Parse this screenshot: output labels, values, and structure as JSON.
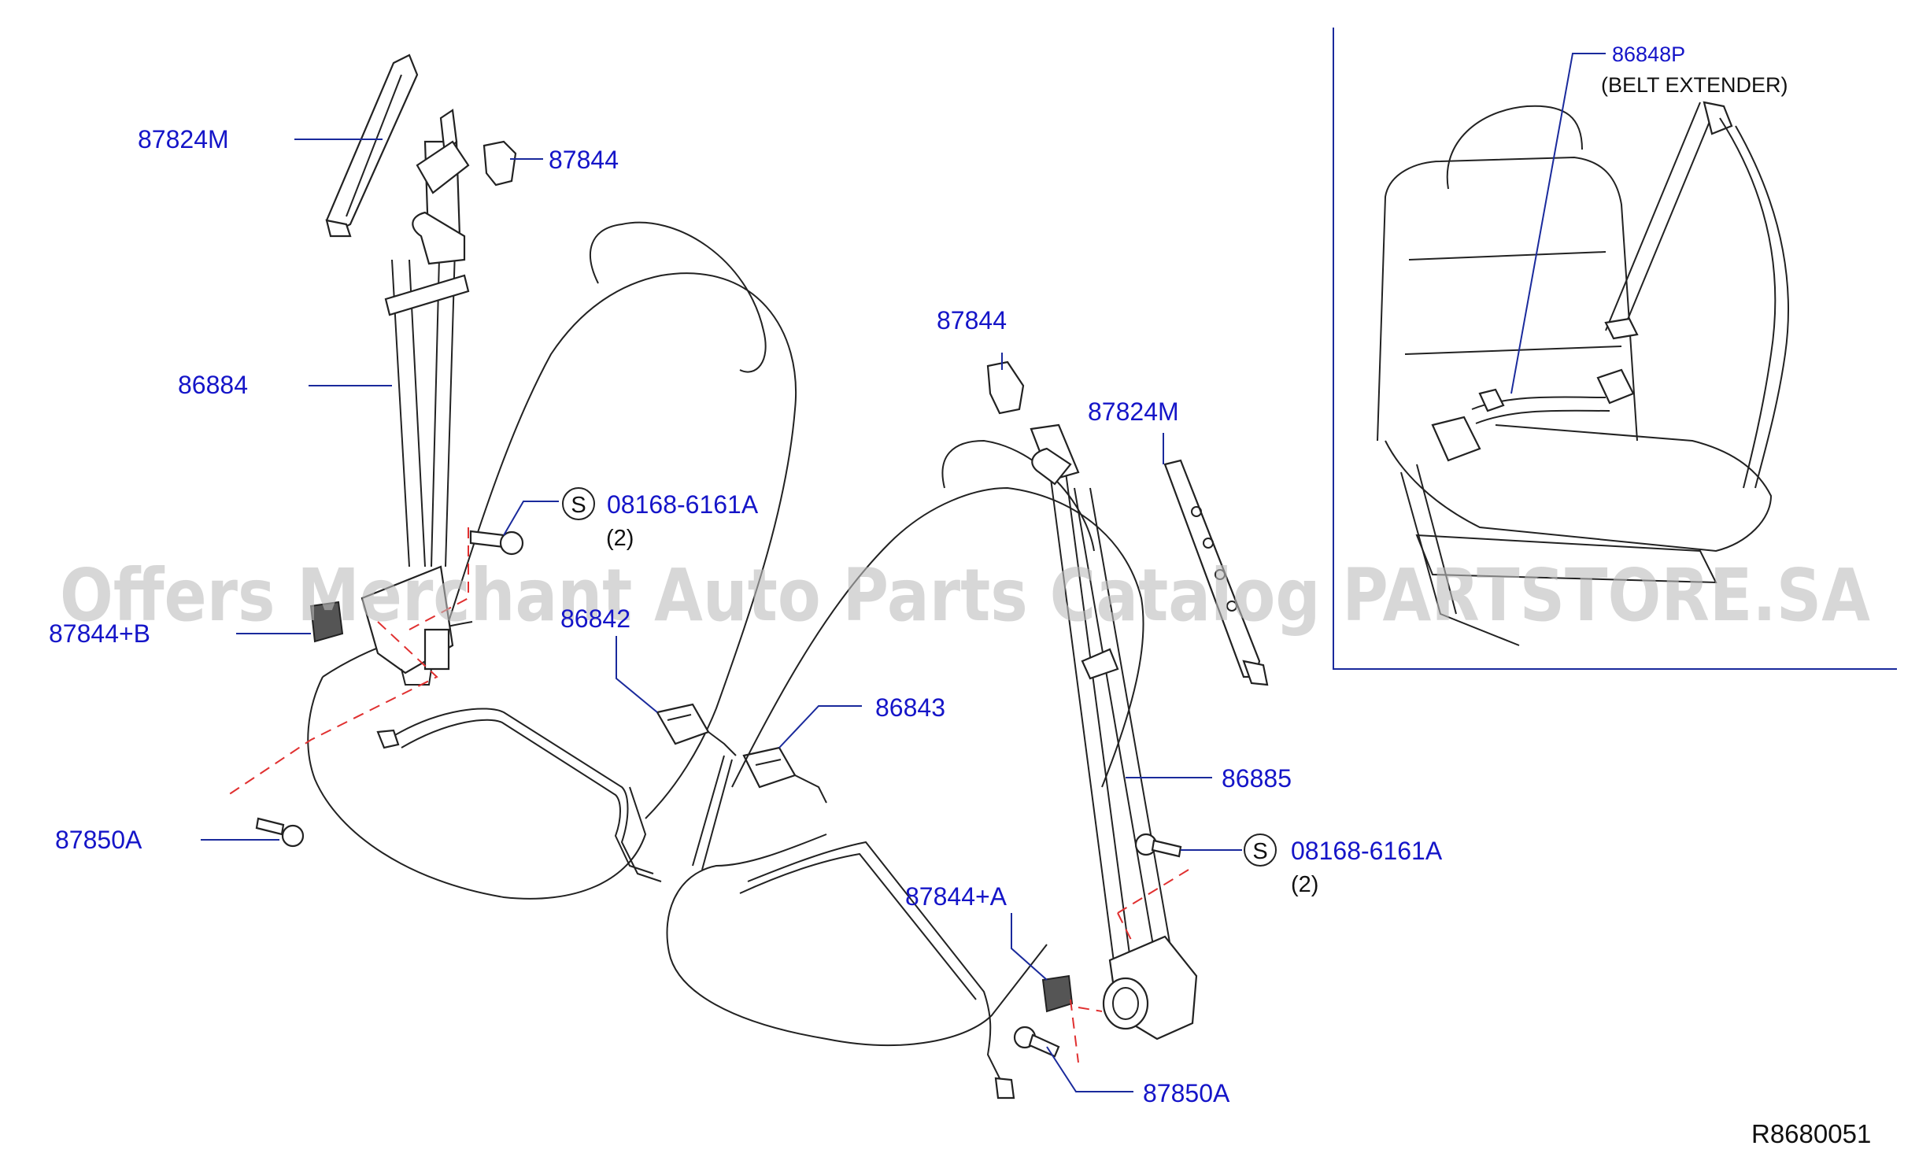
{
  "diagram": {
    "watermark": "Offers Merchant Auto Parts Catalog PARTSTORE.SA",
    "reference_code": "R8680051",
    "labels": {
      "p87824m_left": "87824M",
      "p87844_top_left": "87844",
      "p86884": "86884",
      "p08168_left": "08168-6161A",
      "p08168_left_qty": "(2)",
      "p87844b": "87844+B",
      "p86842": "86842",
      "p87850a_left": "87850A",
      "p87844_center": "87844",
      "p87824m_right": "87824M",
      "p86843": "86843",
      "p86885": "86885",
      "p08168_right": "08168-6161A",
      "p08168_right_qty": "(2)",
      "p87844a": "87844+A",
      "p87850a_right": "87850A",
      "p86848p": "86848P",
      "belt_extender": "(BELT  EXTENDER)",
      "standard_symbol": "S"
    }
  }
}
